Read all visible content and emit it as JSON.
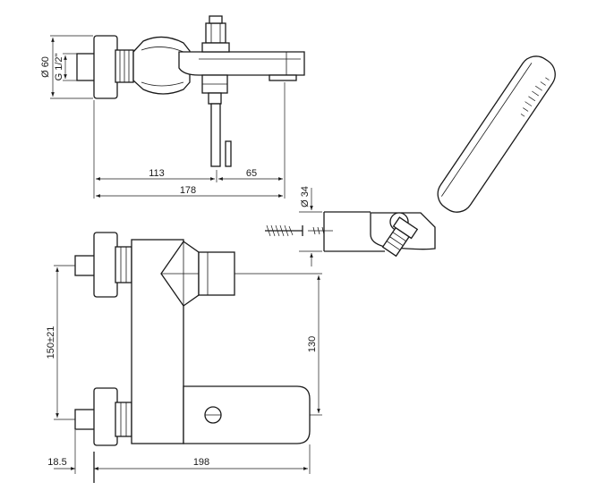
{
  "top_view": {
    "dia_body": "Ø 60",
    "thread": "G 1/2\"",
    "dim_a": "113",
    "dim_b": "65",
    "dim_total": "178"
  },
  "holder": {
    "dia": "Ø 34"
  },
  "front_view": {
    "centers": "150±21",
    "height": "130",
    "wall": "18.5",
    "depth": "198"
  }
}
